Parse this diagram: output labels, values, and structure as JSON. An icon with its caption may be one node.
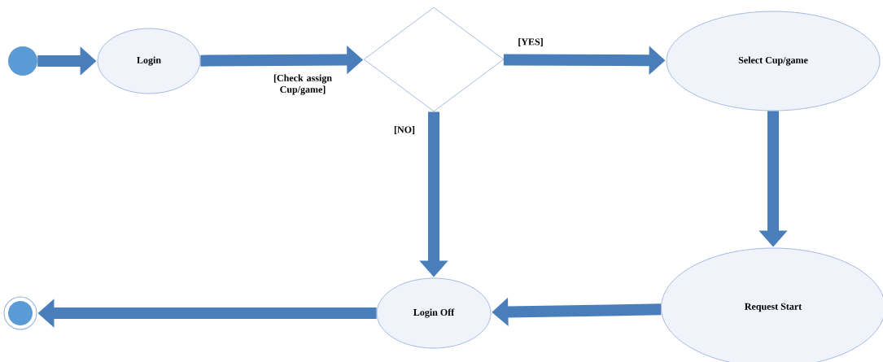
{
  "diagram": {
    "nodes": [
      {
        "text": [],
        "shape": "circle"
      },
      {
        "text": [
          "Login"
        ]
      },
      {
        "text": [],
        "shape": "diamond"
      },
      {
        "text": [
          "Select Cup/game"
        ]
      },
      {
        "text": [
          "Request Start"
        ]
      },
      {
        "text": [
          "Login Off"
        ]
      },
      {
        "text": [],
        "shape": "circle"
      }
    ],
    "edges": [
      {
        "from": 0,
        "to": 1,
        "arrow": "to"
      },
      {
        "from": 1,
        "to": 2,
        "arrow": "to",
        "label": "[Check assign Cup/game]"
      },
      {
        "from": 2,
        "to": 3,
        "arrow": "to",
        "label": "[YES]"
      },
      {
        "from": 2,
        "to": 5,
        "arrow": "to",
        "label": "[NO]"
      },
      {
        "from": 3,
        "to": 4,
        "arrow": "to"
      },
      {
        "from": 4,
        "to": 5,
        "arrow": "to"
      },
      {
        "from": 5,
        "to": 6,
        "arrow": "to"
      }
    ]
  }
}
